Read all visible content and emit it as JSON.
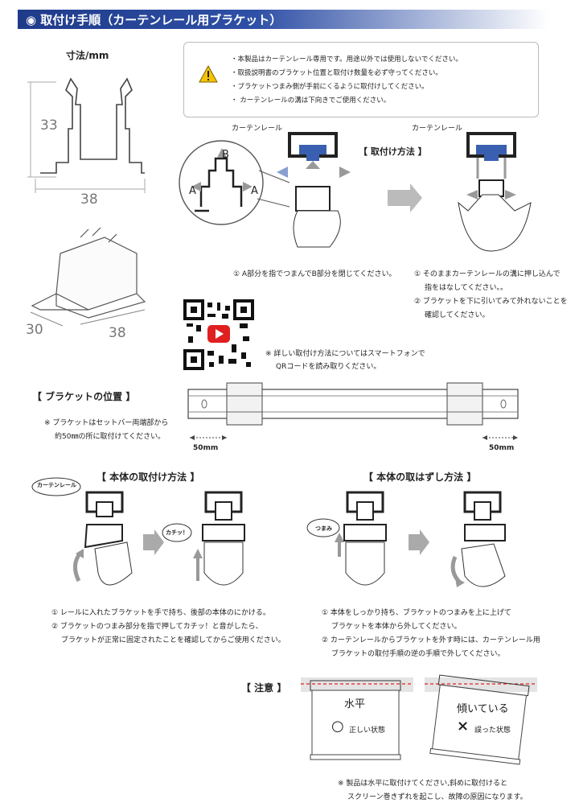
{
  "header": {
    "title": "◉  取付け手順（カーテンレール用ブラケット）"
  },
  "dimensions": {
    "title": "寸法/mm",
    "height_label": "33",
    "width_label": "38",
    "iso_depth": "30",
    "iso_width": "38"
  },
  "notice": {
    "lines": [
      "・本製品はカーテンレール専用です。用途以外では使用しないでください。",
      "・取扱説明書のブラケット位置と取付け数量を必ず守ってください。",
      "・ブラケットつまみ側が手前にくるように取付けしてください。",
      "・ カーテンレールの溝は下向きでご使用ください。"
    ]
  },
  "mount_method": {
    "title": "【 取付け方法 】",
    "rail_label_left": "カーテンレール",
    "rail_label_right": "カーテンレール",
    "label_a_left": "A",
    "label_a_right": "A",
    "label_b": "B",
    "step_left": "① A部分を指でつまんでB部分を閉じてください。",
    "step_right_1a": "① そのままカーテンレールの溝に押し込んで",
    "step_right_1b": "指をはなしてください。。",
    "step_right_2a": "② ブラケットを下に引いてみて外れないことを",
    "step_right_2b": "確認してください。"
  },
  "qr": {
    "note_1": "※  詳しい取付け方法についてはスマートフォンで",
    "note_2": "QRコードを読み取りください。"
  },
  "bracket_position": {
    "title": "【 ブラケットの位置 】",
    "note_1": "※ ブラケットはセットバー両端部から",
    "note_2": "約50㎜の所に取付けてください。",
    "left_dist": "50mm",
    "right_dist": "50mm"
  },
  "body_mount": {
    "title": "【 本体の取付け方法 】",
    "bubble_rail": "カーテンレール",
    "bubble_click": "カチッ！",
    "step_1": "① レールに入れたブラケットを手で持ち、後部の本体のにかける。",
    "step_2a": "② ブラケットのつまみ部分を指で押してカチッ！と音がしたら、",
    "step_2b": "ブラケットが正常に固定されたことを確認してからご使用ください。"
  },
  "body_remove": {
    "title": "【 本体の取はずし方法 】",
    "bubble_knob": "つまみ",
    "step_1a": "① 本体をしっかり持ち、ブラケットのつまみを上に上げて",
    "step_1b": "ブラケットを本体から外してください。",
    "step_2a": "②  カーテンレールからブラケットを外す時には、カーテンレール用",
    "step_2b": "ブラケットの取付手順の逆の手順で外してください。"
  },
  "caution": {
    "title": "【 注意 】",
    "level_label": "水平",
    "correct_mark": "○",
    "correct_text": "正しい状態",
    "tilted_label": "傾いている",
    "wrong_mark": "×",
    "wrong_text": "誤った状態",
    "footer_1": "※  製品は水平に取付けてください,斜めに取付けると",
    "footer_2": "スクリーン巻きずれを起こし、故障の原因になります。"
  },
  "colors": {
    "header": "#1f3b8a",
    "bracket_blue": "#3a5fb0",
    "arrow_gray": "#9a9a9a",
    "dashed_red": "#e02020",
    "qr_play": "#e02020"
  }
}
